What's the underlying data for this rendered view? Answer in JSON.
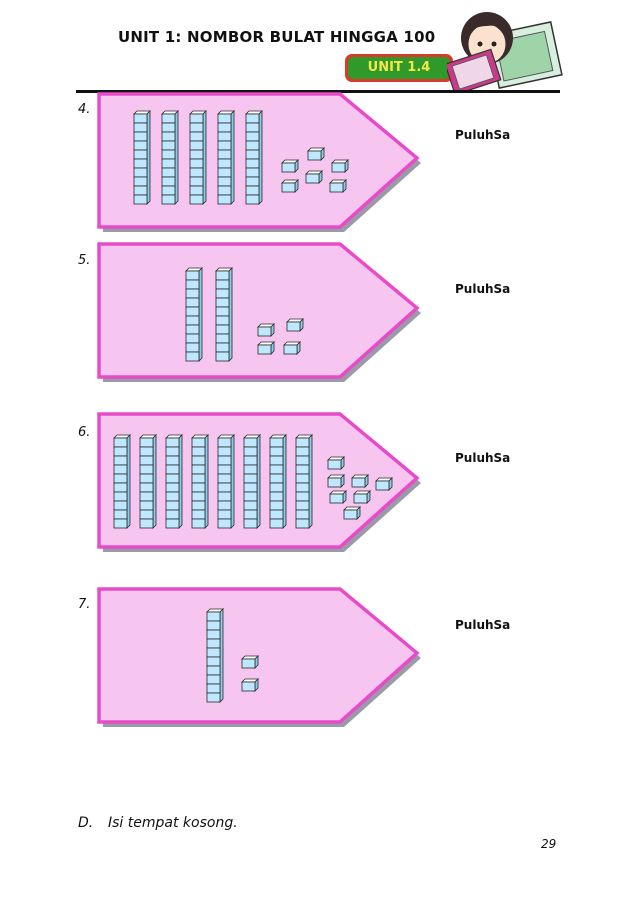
{
  "header": {
    "title": "UNIT 1: NOMBOR BULAT HINGGA 100",
    "unit_badge": "UNIT 1.4"
  },
  "questions": [
    {
      "number": "4.",
      "label": "PuluhSa",
      "tens": 5,
      "ones": 6
    },
    {
      "number": "5.",
      "label": "PuluhSa",
      "tens": 2,
      "ones": 4
    },
    {
      "number": "6.",
      "label": "PuluhSa",
      "tens": 8,
      "ones": 7
    },
    {
      "number": "7.",
      "label": "PuluhSa",
      "tens": 1,
      "ones": 2
    }
  ],
  "instruction": {
    "letter": "D.",
    "text": "Isi tempat kosong."
  },
  "page_number": "29",
  "colors": {
    "card_fill": "#f6c6f0",
    "card_border": "#e84bc8",
    "card_shadow": "#9a9aa8",
    "block_fill": "#bfe8ff",
    "block_stroke": "#2a2a2a",
    "badge_outer": "#d63b2b",
    "badge_inner": "#2f9a2a",
    "badge_text": "#f6e64a"
  }
}
